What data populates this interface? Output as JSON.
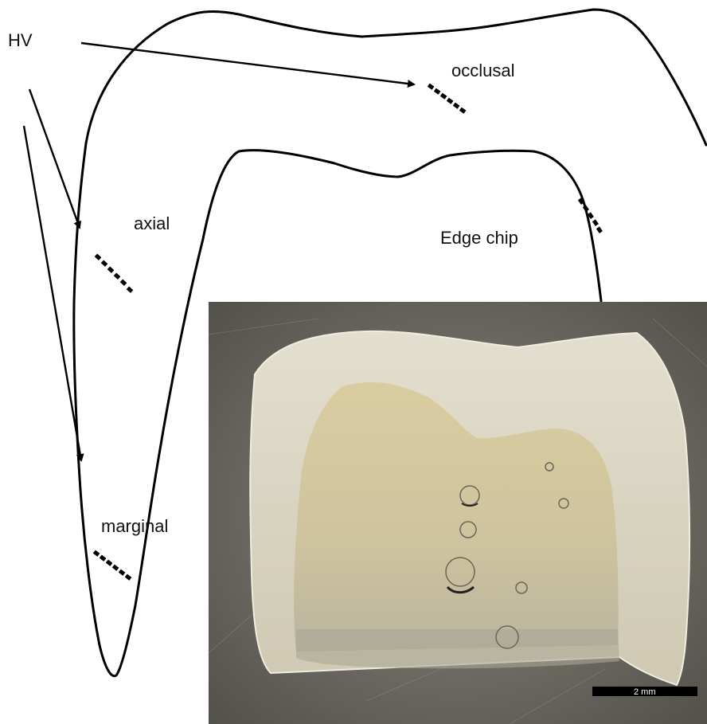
{
  "labels": {
    "hv": "HV",
    "occlusal": "occlusal",
    "axial": "axial",
    "edge_chip": "Edge chip",
    "marginal": "marginal"
  },
  "scale_bar": {
    "text": "2 mm"
  },
  "colors": {
    "line": "#000000",
    "photo_background": "#6f6c63",
    "crown_material": "#d8d3bf",
    "cement_layer": "#c9bf96"
  }
}
